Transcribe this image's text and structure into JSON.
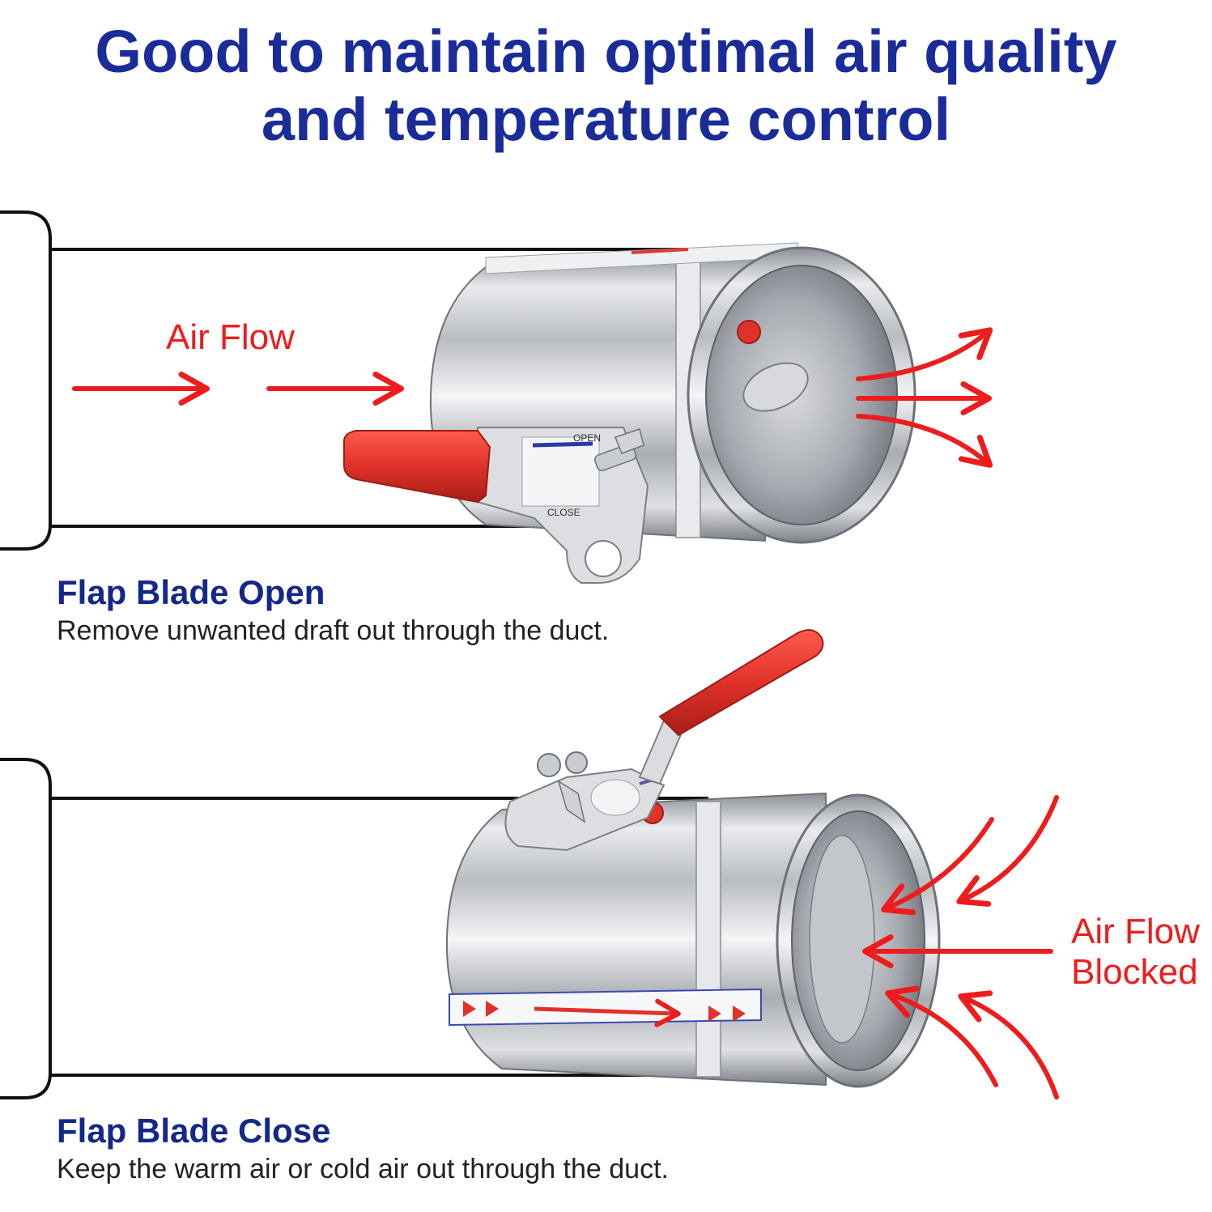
{
  "headline": {
    "line1": "Good to maintain optimal air quality",
    "line2": "and temperature control"
  },
  "open_section": {
    "flow_label": "Air Flow",
    "title": "Flap Blade Open",
    "description": "Remove unwanted draft out through the duct.",
    "gauge_open": "OPEN",
    "gauge_close": "CLOSE"
  },
  "close_section": {
    "flow_label_line1": "Air Flow",
    "flow_label_line2": "Blocked",
    "title": "Flap Blade Close",
    "description": "Keep the warm air or cold air out through the duct."
  },
  "colors": {
    "headline": "#1a2b9a",
    "section_title": "#13288a",
    "arrow_red": "#ee1c1c",
    "handle_red": "#e0322a",
    "steel": "#c9ccd0"
  }
}
